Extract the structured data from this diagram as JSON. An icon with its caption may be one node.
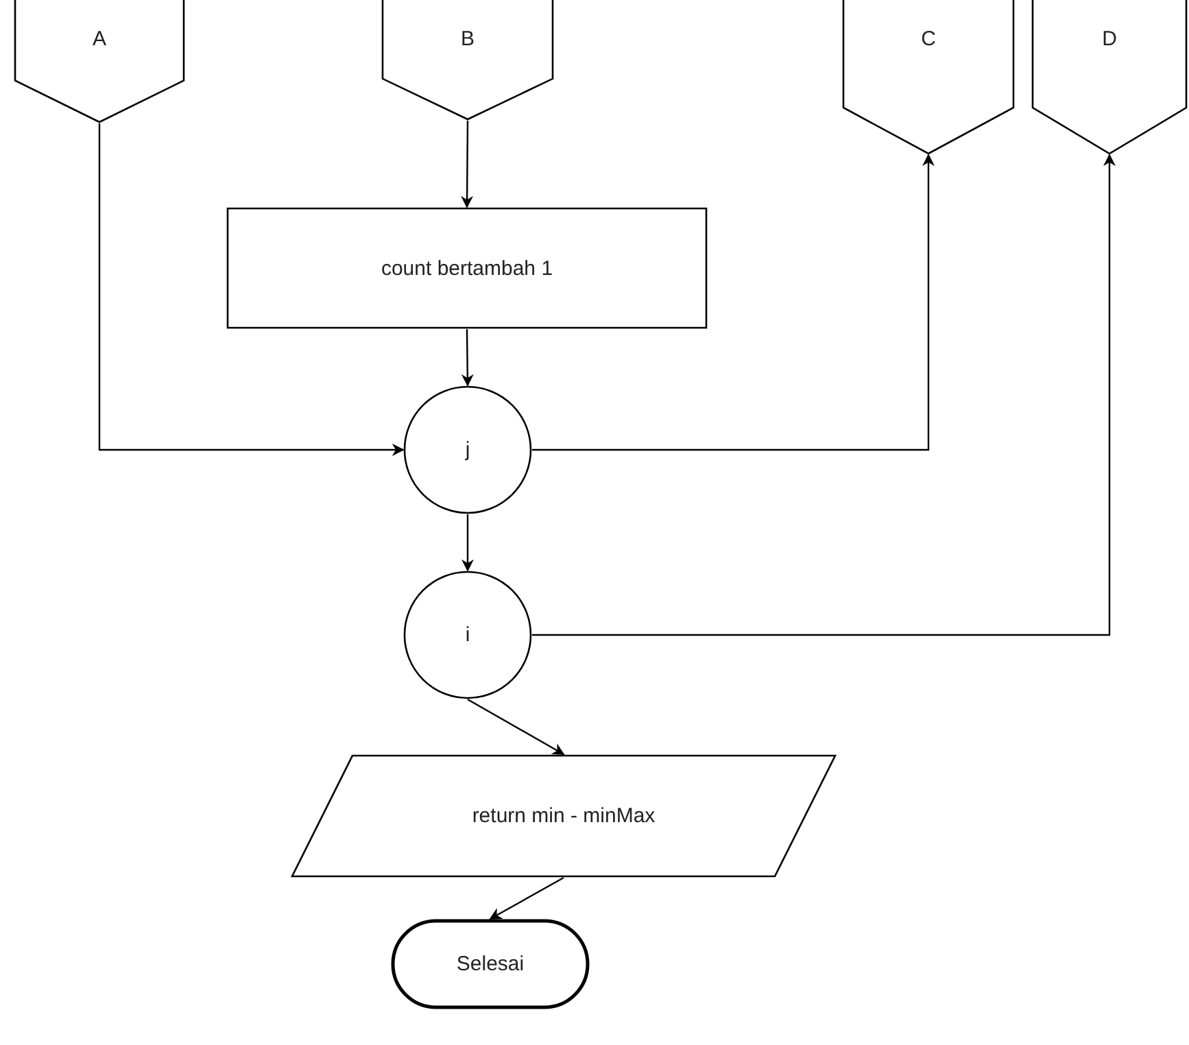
{
  "diagram": {
    "nodes": [
      {
        "text": [
          "A"
        ]
      },
      {
        "text": [
          "B"
        ]
      },
      {
        "text": [
          "C"
        ]
      },
      {
        "text": [
          "D"
        ]
      },
      {
        "text": [
          "count bertambah 1"
        ]
      },
      {
        "text": [
          "j"
        ]
      },
      {
        "text": [
          "i"
        ]
      },
      {
        "text": [
          "return min - minMax"
        ]
      },
      {
        "text": [
          "Selesai"
        ]
      }
    ],
    "edges": [
      {
        "from": 1,
        "to": 4,
        "arrow": "to"
      },
      {
        "from": 4,
        "to": 5,
        "arrow": "to"
      },
      {
        "from": 0,
        "to": 5,
        "arrow": "to"
      },
      {
        "from": 5,
        "to": 2,
        "arrow": "to"
      },
      {
        "from": 5,
        "to": 6,
        "arrow": "to"
      },
      {
        "from": 6,
        "to": 3,
        "arrow": "to"
      },
      {
        "from": 6,
        "to": 7,
        "arrow": "to"
      },
      {
        "from": 7,
        "to": 8,
        "arrow": "to"
      }
    ]
  }
}
